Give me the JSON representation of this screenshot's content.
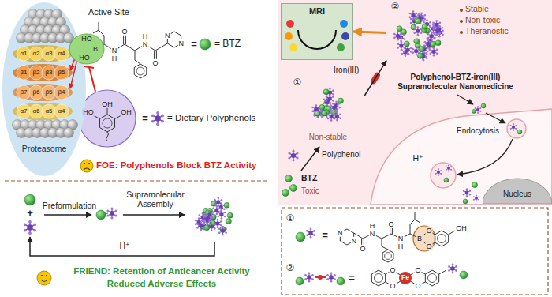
{
  "diagram": {
    "nodes": [
      {
        "text": [
          "Proteasome"
        ]
      },
      {
        "text": [
          "MRI"
        ]
      },
      {
        "text": [
          "Stable",
          "Non-toxic",
          "Theranostic"
        ]
      },
      {
        "text": [
          "Non-stable"
        ]
      },
      {
        "text": [
          "BTZ",
          "Toxic"
        ]
      },
      {
        "text": [
          "Nucleus"
        ]
      }
    ],
    "edges": [
      {
        "from": 2,
        "to": 1,
        "arrow": "to"
      },
      {
        "from": 3,
        "to": 2,
        "label": "Iron(III)",
        "arrow": "to"
      },
      {
        "from": 4,
        "to": 3,
        "label": "Polyphenol",
        "arrow": "to"
      }
    ],
    "labels": [
      "Active Site",
      "α1",
      "α2",
      "α3",
      "α4",
      "β1",
      "β2",
      "β3",
      "β5",
      "β7",
      "β6",
      "β5",
      "β4",
      "α7",
      "α6",
      "α5",
      "α4",
      "HO",
      "B",
      "HO",
      "N",
      "H",
      "O",
      "N",
      "H",
      "O",
      "N",
      "N",
      "=",
      "= BTZ",
      "OH",
      "OH",
      "HO",
      "=",
      "= Dietary Polyphenols",
      "FOE: Polyphenols Block BTZ Activity",
      "+",
      "Preformulation",
      "Supramolecular Assembly",
      "H⁺",
      "FRIEND: Retention of Anticancer Activity",
      "Reduced Adverse Effects",
      "②",
      "Polyphenol-BTZ-iron(III) Supramolecular Nanomedicine",
      "①",
      "H⁺",
      "Endocytosis",
      "①",
      "=",
      "N",
      "N",
      "O",
      "N",
      "H",
      "O",
      "N",
      "H",
      "B",
      "O",
      "O",
      "OH",
      "②",
      "=",
      "O",
      "O",
      "Fe",
      "O",
      "O"
    ]
  }
}
